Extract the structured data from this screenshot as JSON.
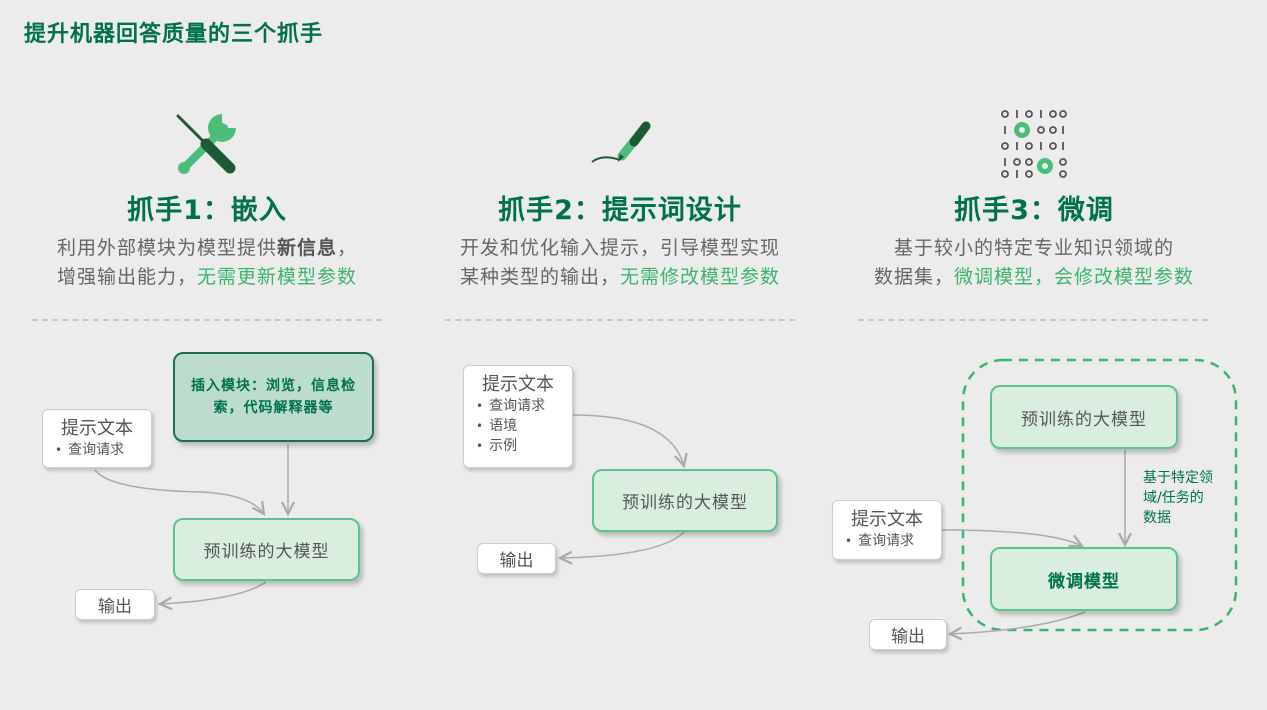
{
  "title": "提升机器回答质量的三个抓手",
  "colors": {
    "dark_green": "#00714c",
    "accent_green": "#3cb46e",
    "box_fill": "#daeedf"
  },
  "columns": [
    {
      "icon": "tools-icon",
      "heading": "抓手1：嵌入",
      "desc_line1": "利用外部模块为模型提供",
      "desc_bold": "新信息",
      "desc_line1_end": "，",
      "desc_line2": "增强输出能力，",
      "desc_highlight": "无需更新模型参数",
      "diagram": {
        "prompt_title": "提示文本",
        "prompt_items": [
          "查询请求"
        ],
        "insert_box": "插入模块：浏览，信息检索，代码解释器等",
        "model": "预训练的大模型",
        "output": "输出"
      }
    },
    {
      "icon": "pen-icon",
      "heading": "抓手2：提示词设计",
      "desc_line1": "开发和优化输入提示，引导模型实现",
      "desc_line2": "某种类型的输出，",
      "desc_highlight": "无需修改模型参数",
      "diagram": {
        "prompt_title": "提示文本",
        "prompt_items": [
          "查询请求",
          "语境",
          "示例"
        ],
        "model": "预训练的大模型",
        "output": "输出"
      }
    },
    {
      "icon": "binary-gears-icon",
      "heading": "抓手3：微调",
      "desc_line1": "基于较小的特定专业知识领域的",
      "desc_line2": "数据集，",
      "desc_highlight": "微调模型，会修改模型参数",
      "diagram": {
        "prompt_title": "提示文本",
        "prompt_items": [
          "查询请求"
        ],
        "model": "预训练的大模型",
        "data_label": "基于特定领域/任务的数据",
        "finetuned": "微调模型",
        "output": "输出"
      }
    }
  ]
}
